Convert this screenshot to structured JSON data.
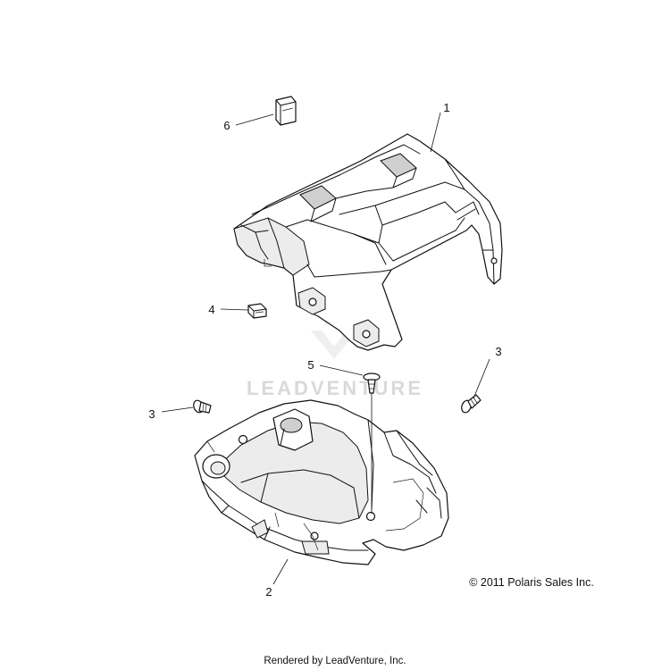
{
  "watermark": "LEADVENTURE",
  "callouts": [
    {
      "label": "1",
      "part": "upper steering cover"
    },
    {
      "label": "2",
      "part": "lower steering cover"
    },
    {
      "label": "3",
      "part": "screw left"
    },
    {
      "label": "3",
      "part": "screw right"
    },
    {
      "label": "4",
      "part": "clip"
    },
    {
      "label": "5",
      "part": "push rivet"
    },
    {
      "label": "6",
      "part": "plug"
    }
  ],
  "copyright": "© 2011 Polaris Sales Inc.",
  "footer": "Rendered by LeadVenture, Inc."
}
